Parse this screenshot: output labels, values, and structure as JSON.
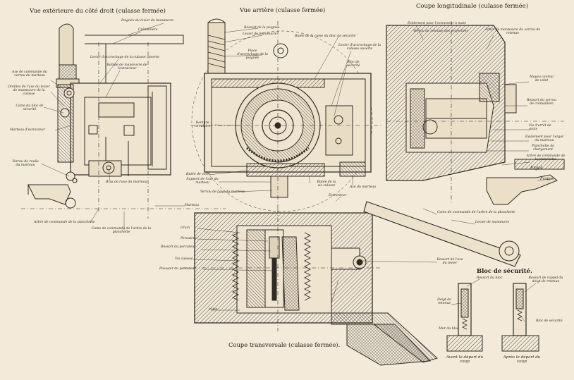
{
  "titles": {
    "side_view": "Vue extérieure du côté droit (culasse fermée)",
    "rear_view": "Vue arrière (culasse fermée)",
    "long_section": "Coupe longitudinale (culasse fermée)",
    "cross_section": "Coupe transversale (culasse fermée).",
    "safety_block": "Bloc de sécurité."
  },
  "side_labels": {
    "poignee_levier": "Poignée du levier de manœuvre",
    "cremaillere": "Crémaillère",
    "levier_accrochage": "Levier d'accrochage de la culasse ouverte",
    "rampe_manoeuvre": "Rampe de manœuvre de l'extracteur",
    "axe_commande": "Axe de commande du verrou du marteau",
    "oreilles_axe": "Oreilles de l'axe du levier de manœuvre de la culasse",
    "came_bloc": "Came du bloc de sécurité",
    "marteau_extracteur": "Marteau d'extracteur",
    "verrou_marteau": "Verrou de roulis du marteau",
    "bras_axe": "Bras de l'axe du marteau",
    "arbre_planchette": "Arbre de commande de la planchette",
    "came_commande": "Came de commande de l'arbre de la planchette",
    "marteau": "Marteau"
  },
  "rear_labels": {
    "ressort_poignee": "Ressort de la poignée",
    "levier_manoeuvre": "Levier de manœuvre",
    "pince_accrochage": "Pince d'accrochage de la poignée",
    "butee_came": "Butée de la came du bloc de sécurité",
    "levier_accrochage_ouverte": "Levier d'accrochage de la culasse ouverte",
    "bloc_securite": "Bloc de sécurité",
    "denture": "Denture circulaire",
    "butee_volet": "Butée de volet",
    "support_axe": "Support de l'axe du marteau",
    "verrou_axe": "Verrou de l'axe du marteau",
    "butee_vis": "Butée de la vis culasse",
    "axe_marteau": "Axe du marteau",
    "extracteur": "Extracteur"
  },
  "long_labels": {
    "evidement": "Évidement pour l'extracteur à main",
    "verrou_retenue": "Verrou de retenue des projectiles",
    "arbre_manoeuvre": "Arbre de manœuvre du verrou de retenue",
    "moyeu": "Moyeu central de volet",
    "ressort_verrou": "Ressort du verrou de crémaillère",
    "vis_arret": "Vis d'arrêt de grain",
    "evidement_ergot": "Évidement pour l'ergot du marteau",
    "planchette": "Planchette de chargement",
    "arbre_commande": "Arbre de commande de la planchette",
    "ergot": "Ergot",
    "frappe": "Frappe",
    "came_commande_long": "Came de commande de l'arbre de la planchette",
    "levier_long": "Levier de manœuvre"
  },
  "cross_labels": {
    "grain": "Grain",
    "percuteur": "Percuteur",
    "ressort_percuteur": "Ressort du percuteur",
    "vis_culasse": "Vis culasse",
    "poussoir": "Poussoir du percuteur",
    "volet": "Volet",
    "ressort_axe_levier": "Ressort de l'axe du levier"
  },
  "safety_labels": {
    "ressort_bloc": "Ressort du bloc",
    "ressort_rappel": "Ressort de rappel du doigt de retenue",
    "doigt_retenue": "Doigt de retenue",
    "bloc": "Bloc de sécurité",
    "mur_bloc": "Mur du bloc",
    "avant": "Avant le départ du coup",
    "apres": "Après le départ du coup"
  }
}
